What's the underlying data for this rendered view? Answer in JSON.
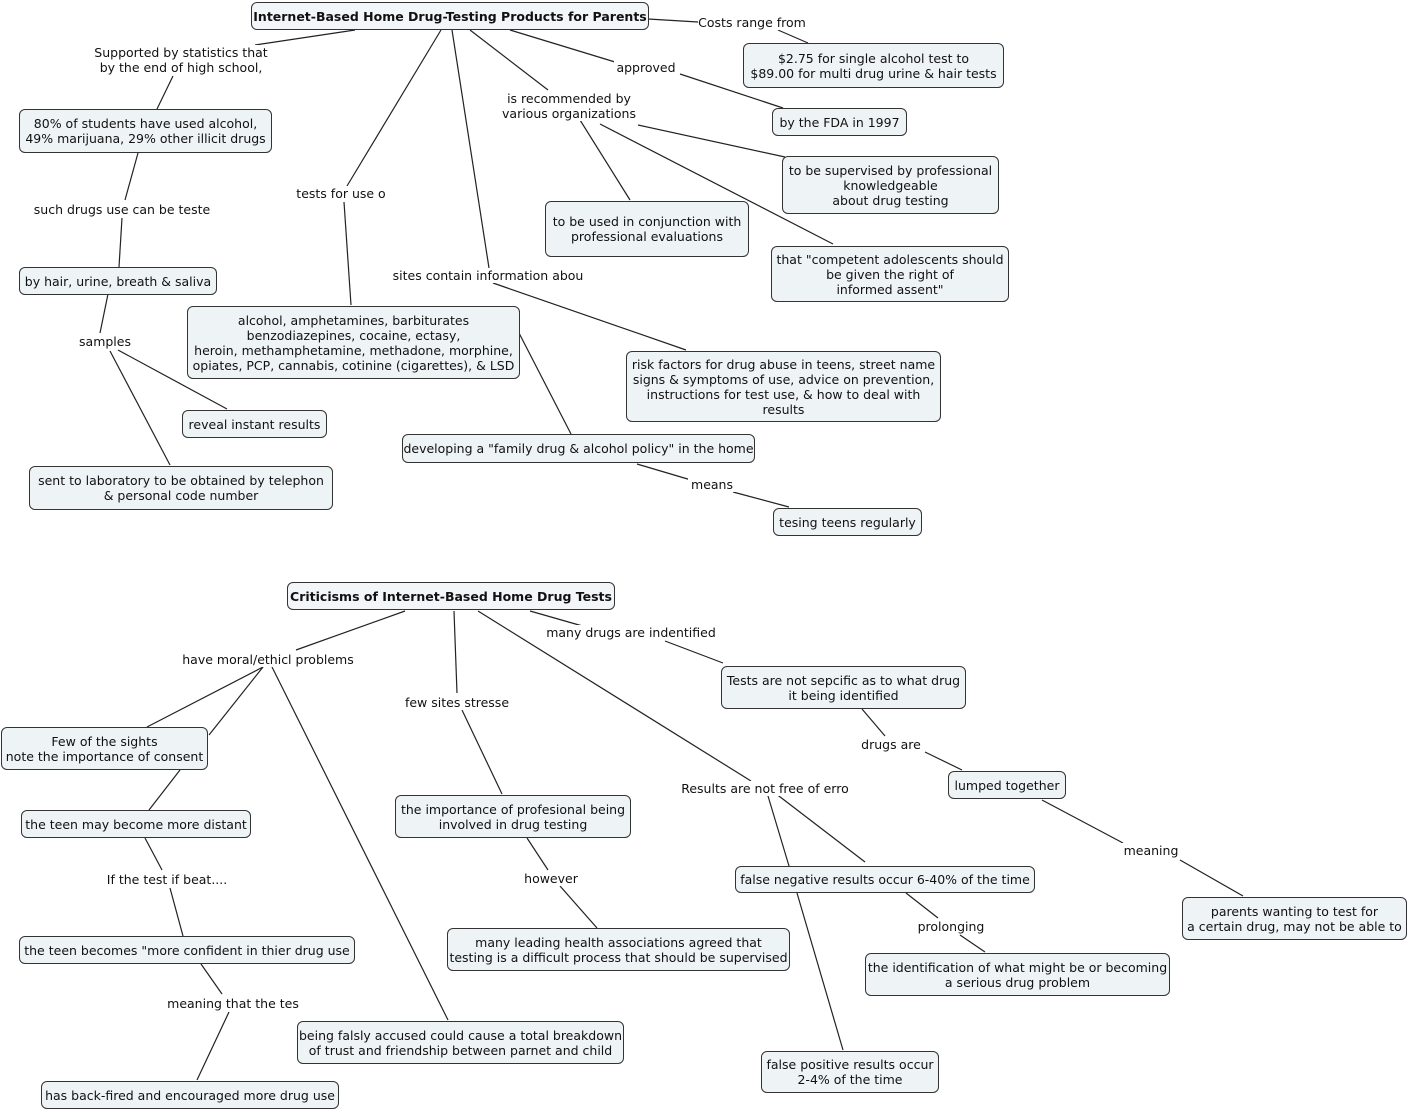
{
  "map1": {
    "title": "Internet-Based Home Drug-Testing Products for Parents",
    "link_costs": "Costs range from",
    "costs": "$2.75 for single alcohol test to\n$89.00 for multi drug urine & hair tests",
    "link_approved": "approved",
    "fda": "by the FDA in 1997",
    "link_stats": "Supported by statistics that\nby the end of high school,",
    "stats": "80% of students have used alcohol,\n49% marijuana, 29% other illicit drugs",
    "link_tested": "such drugs use can be teste",
    "samples_node": "by hair, urine, breath & saliva",
    "link_samples": "samples",
    "instant": "reveal instant results",
    "laboratory": "sent to laboratory to be obtained by telephon\n& personal code number",
    "link_tests_for": "tests for use o",
    "drugs_list": "alcohol, amphetamines, barbiturates\nbenzodiazepines, cocaine, ectasy,\nheroin, methamphetamine, methadone, morphine,\nopiates, PCP, cannabis, cotinine (cigarettes), & LSD",
    "link_recommended": "is recommended by\nvarious organizations",
    "conjunction": "to be used in conjunction with\nprofessional evaluations",
    "supervised": "to be supervised by professional\nknowledgeable\nabout drug testing",
    "competent": "that \"competent adolescents should\nbe given the right of\ninformed assent\"",
    "link_sites": "sites contain information abou",
    "risk": "risk factors for drug abuse in teens, street name\nsigns & symptoms of use, advice on prevention,\ninstructions for test use, & how to deal with\nresults",
    "policy": "developing a \"family drug & alcohol policy\" in the home",
    "link_means": "means",
    "testing_teens": "tesing teens regularly"
  },
  "map2": {
    "title": "Criticisms of Internet-Based Home Drug Tests",
    "link_moral": "have moral/ethicl problems",
    "few_sights": "Few of the sights\nnote the importance of consent",
    "distant": "the teen may become more distant",
    "link_if_beat": "If the test if beat....",
    "confident": "the teen becomes \"more confident in thier drug use",
    "link_meaning_tes": "meaning that the tes",
    "backfired": "has back-fired and encouraged more drug use",
    "falsely": "being falsly accused could cause a total breakdown\nof trust and friendship between parnet and child",
    "link_few_sites": "few sites stresse",
    "importance": "the importance of profesional being\ninvolved in drug testing",
    "link_however": "however",
    "associations": "many leading health associations agreed that\ntesting is a difficult process that should be supervised",
    "link_results": "Results are not free of erro",
    "false_negative": "false negative results occur 6-40% of the time",
    "link_prolonging": "prolonging",
    "identification": "the identification of what might be or becoming\na serious drug problem",
    "false_positive": "false positive results occur\n2-4% of the time",
    "link_many_drugs": "many drugs are indentified",
    "not_specific": "Tests are not sepcific as to what drug\nit being identified",
    "link_drugs_are": "drugs are",
    "lumped": "lumped together",
    "link_meaning": "meaning",
    "parents": "parents wanting to test for\na certain drug, may not be able to"
  }
}
